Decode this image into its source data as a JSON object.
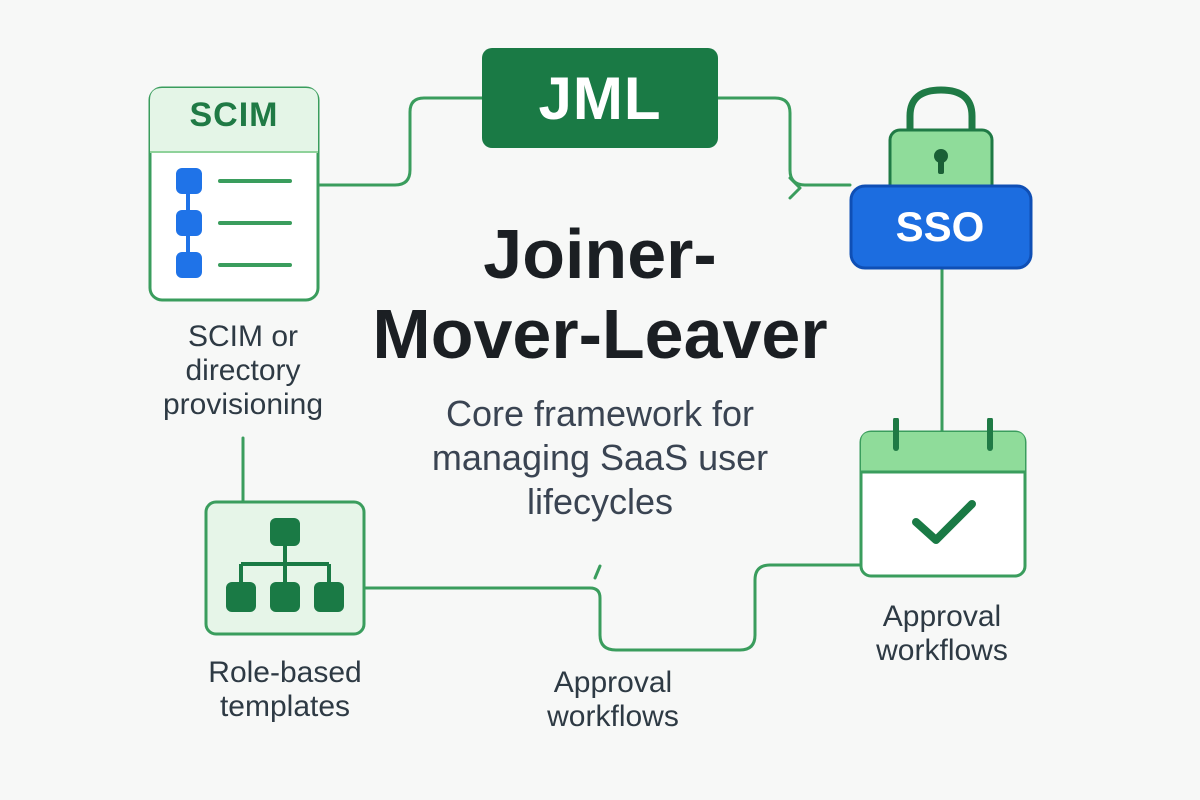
{
  "center": {
    "badge": "JML",
    "title_line1": "Joiner-",
    "title_line2": "Mover-Leaver",
    "subtitle_line1": "Core framework for",
    "subtitle_line2": "managing SaaS user",
    "subtitle_line3": "lifecycles"
  },
  "nodes": {
    "scim": {
      "header": "SCIM",
      "icon": "directory-list-icon",
      "caption_line1": "SCIM or",
      "caption_line2": "directory",
      "caption_line3": "provisioning"
    },
    "sso": {
      "label": "SSO",
      "icon": "padlock-icon"
    },
    "approval_right": {
      "icon": "calendar-check-icon",
      "caption_line1": "Approval",
      "caption_line2": "workflows"
    },
    "roles": {
      "icon": "org-hierarchy-icon",
      "caption_line1": "Role-based",
      "caption_line2": "templates"
    },
    "approval_bottom": {
      "caption_line1": "Approval",
      "caption_line2": "workflows"
    }
  },
  "colors": {
    "dark_green": "#1a7a45",
    "light_green": "#8fdc9a",
    "pale_green": "#e6f5e8",
    "line_green": "#3a9d5d",
    "sso_blue": "#1c6de0",
    "node_blue": "#1f73e8"
  }
}
